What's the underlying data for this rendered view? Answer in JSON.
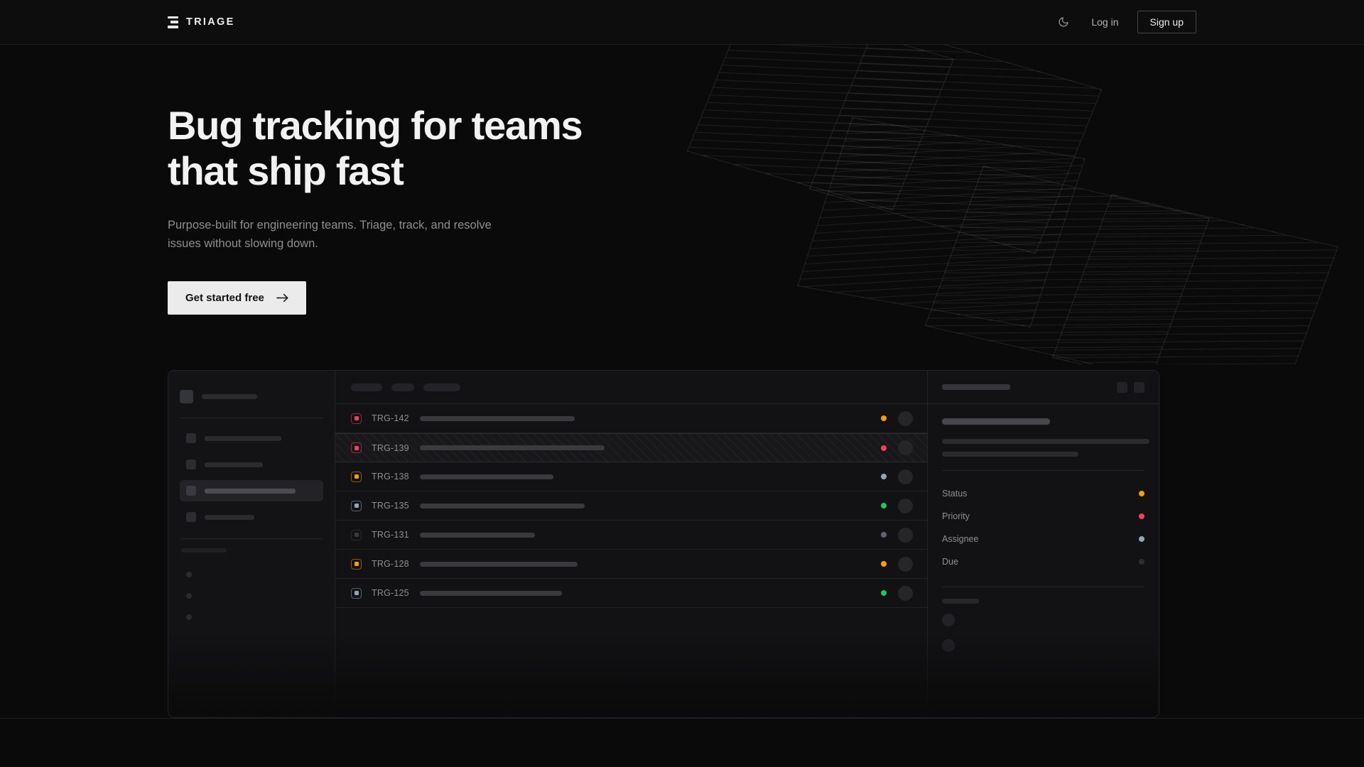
{
  "brand": {
    "name": "TRIAGE",
    "mark_icon": "stacked-bars-logo-icon"
  },
  "nav": {
    "theme_toggle_icon": "moon-icon",
    "login_label": "Log in",
    "signup_label": "Sign up"
  },
  "hero": {
    "headline": "Bug tracking for teams that ship fast",
    "headline_line1": "Bug tracking for teams",
    "headline_line2": "that ship fast",
    "subhead": "Purpose-built for engineering teams. Triage, track, and resolve issues without slowing down.",
    "cta_label": "Get started free",
    "cta_icon": "arrow-right-icon"
  },
  "colors": {
    "page_bg": "#0a0a0b",
    "nav_bg": "#0d0d0e",
    "panel_bg": "#121214",
    "border": "#252528",
    "cta_bg": "#ebebeb",
    "status_orange": "#f59e0b",
    "status_pink": "#f43f5e",
    "status_slate": "#94a3b8",
    "status_green": "#22c55e",
    "status_muted": "#2e2e32"
  },
  "app_mockup": {
    "sidebar": {
      "workspace_placeholder_width": 110,
      "nav_items": [
        {
          "name": "nav-item-1",
          "width": 108,
          "active": false
        },
        {
          "name": "nav-item-2",
          "width": 82,
          "active": false
        },
        {
          "name": "nav-item-3",
          "width": 128,
          "active": true
        },
        {
          "name": "nav-item-4",
          "width": 70,
          "active": false
        }
      ],
      "section_label_width": 64,
      "mini_items": 3
    },
    "toolbar": {
      "filters": [
        {
          "name": "filter-pill-1",
          "width": 44
        },
        {
          "name": "filter-pill-2",
          "width": 32
        },
        {
          "name": "filter-pill-3",
          "width": 52
        }
      ]
    },
    "list": {
      "rows": [
        {
          "key": "TRG-142",
          "priority_color": "#f43f5e",
          "title_width": 218,
          "status_color": "#f59e0b",
          "selected": false
        },
        {
          "key": "TRG-139",
          "priority_color": "#f43f5e",
          "title_width": 260,
          "status_color": "#f43f5e",
          "selected": true
        },
        {
          "key": "TRG-138",
          "priority_color": "#f59e0b",
          "title_width": 188,
          "status_color": "#94a3b8",
          "selected": false
        },
        {
          "key": "TRG-135",
          "priority_color": "#94a3b8",
          "title_width": 232,
          "status_color": "#22c55e",
          "selected": false
        },
        {
          "key": "TRG-131",
          "priority_color": "#3a3a3e",
          "title_width": 162,
          "status_color": "#5f6672",
          "selected": false
        },
        {
          "key": "TRG-128",
          "priority_color": "#f59e0b",
          "title_width": 222,
          "status_color": "#f59e0b",
          "selected": false
        },
        {
          "key": "TRG-125",
          "priority_color": "#94a3b8",
          "title_width": 200,
          "status_color": "#22c55e",
          "selected": false
        }
      ]
    },
    "detail": {
      "header_title_width": 96,
      "actions": [
        {
          "name": "detail-action-1",
          "icon": "square-icon"
        },
        {
          "name": "detail-action-2",
          "icon": "square-icon"
        }
      ],
      "title_width": 152,
      "desc_lines": [
        292,
        192
      ],
      "meta": [
        {
          "label": "Status",
          "color": "#f59e0b"
        },
        {
          "label": "Priority",
          "color": "#f43f5e"
        },
        {
          "label": "Assignee",
          "color": "#94a3b8"
        },
        {
          "label": "Due",
          "color": "#2e2e32"
        }
      ],
      "activity_label_width": 52,
      "activity_avatars": 2
    }
  }
}
